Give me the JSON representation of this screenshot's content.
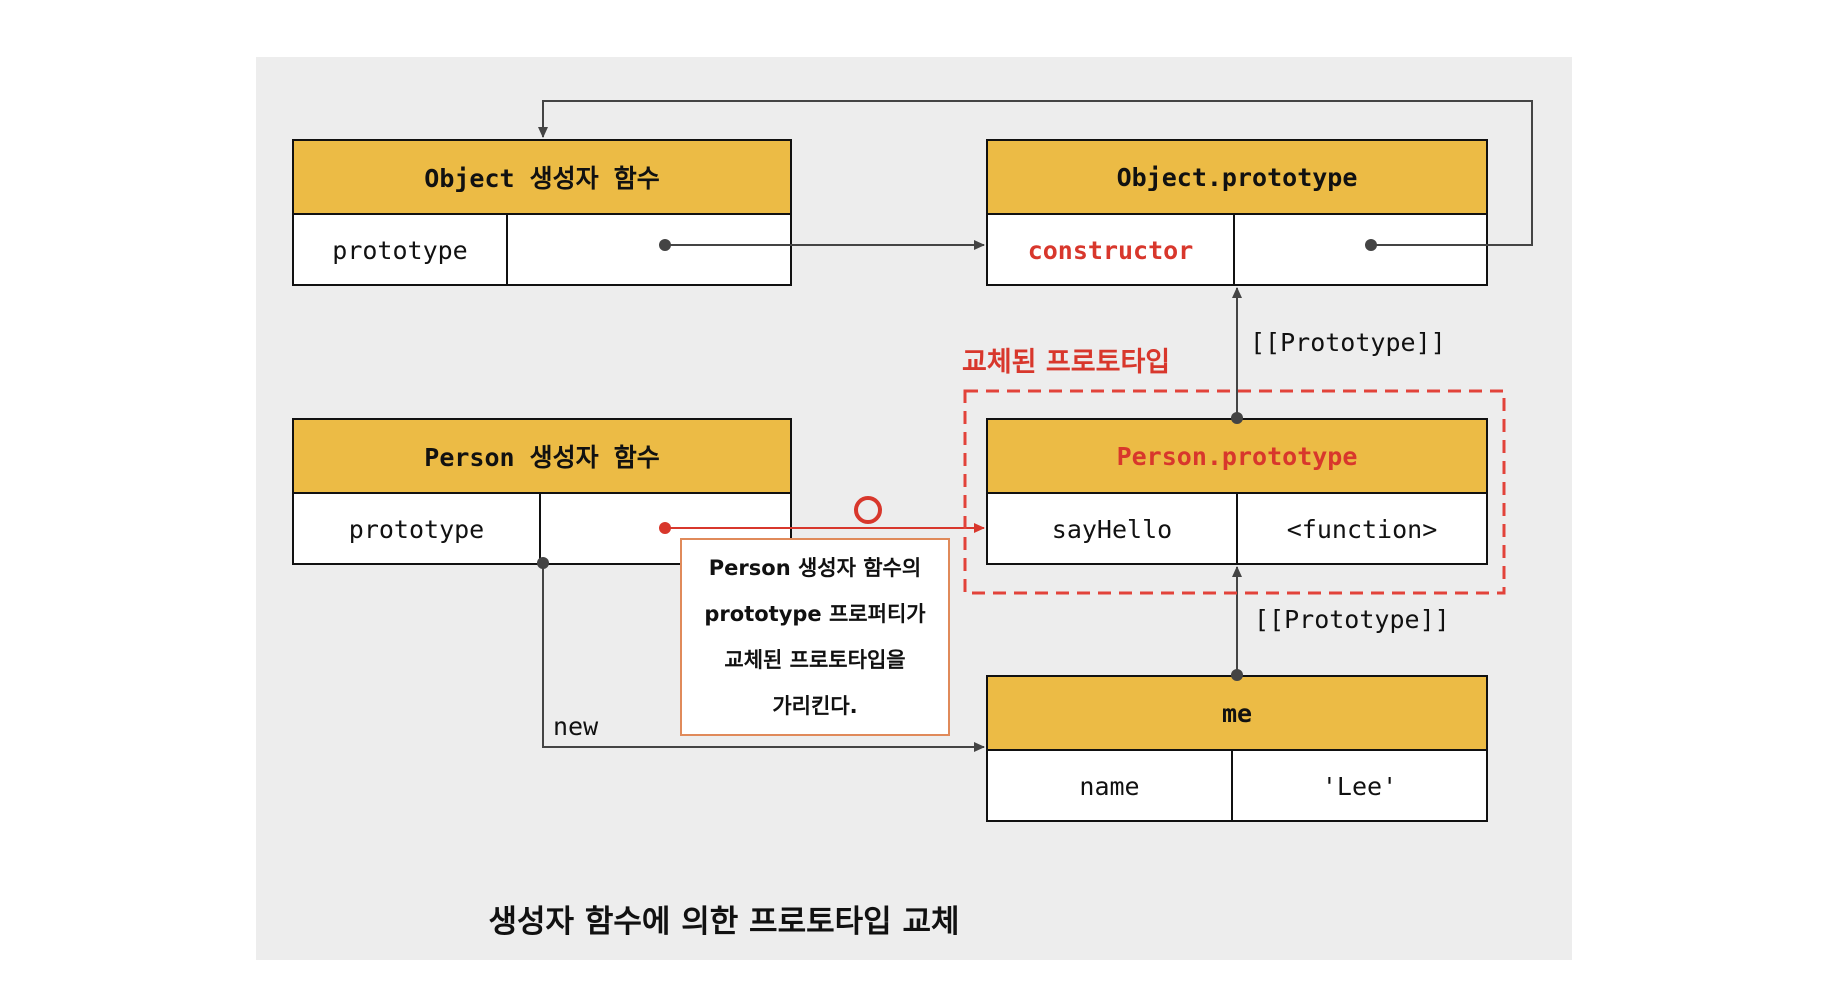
{
  "boxes": {
    "object_ctor": {
      "title": "Object 생성자 함수",
      "key": "prototype",
      "value": ""
    },
    "object_proto": {
      "title": "Object.prototype",
      "key": "constructor",
      "value": ""
    },
    "person_ctor": {
      "title": "Person 생성자 함수",
      "key": "prototype",
      "value": ""
    },
    "person_proto": {
      "title": "Person.prototype",
      "key": "sayHello",
      "value": "<function>"
    },
    "me": {
      "title": "me",
      "key": "name",
      "value": "'Lee'"
    }
  },
  "labels": {
    "prototype_link_1": "[[Prototype]]",
    "prototype_link_2": "[[Prototype]]",
    "new": "new",
    "replaced": "교체된 프로토타입"
  },
  "callout": {
    "lines": [
      "Person 생성자 함수의",
      "prototype 프로퍼티가",
      "교체된 프로토타입을",
      "가리킨다."
    ]
  },
  "caption": "생성자 함수에 의한 프로토타입 교체",
  "colors": {
    "panel": "#ededed",
    "header": "#ecbb45",
    "highlight": "#d8372c",
    "callout_border": "#e08a5a",
    "line": "#444444"
  },
  "icons": {
    "ok_mark": "circle-icon"
  }
}
